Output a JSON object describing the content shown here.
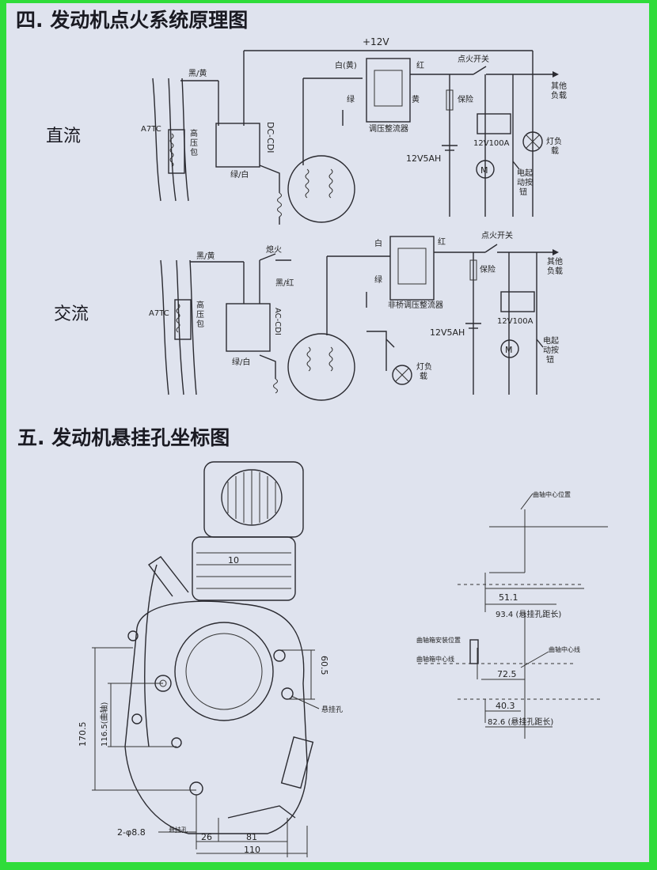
{
  "section4": {
    "title": "四. 发动机点火系统原理图",
    "dc_label": "直流",
    "ac_label": "交流",
    "dc": {
      "plus12v": "+12V",
      "black_yellow": "黑/黄",
      "a7tc": "A7TC",
      "hv_coil": "高\n压\n包",
      "cdi": "DC-CDI",
      "green_white": "绿/白",
      "white_yellow": "白(黄)",
      "red": "红",
      "green": "绿",
      "yellow": "黄",
      "regulator": "调压整流器",
      "fuse": "保险",
      "ignition_switch": "点火开关",
      "other_load": "其他\n负载",
      "battery": "12V5AH",
      "relay": "12V100A",
      "light_load": "灯负\n载",
      "start_button": "电起\n动按\n钮",
      "motor": "M"
    },
    "ac": {
      "black_yellow": "黑/黄",
      "flameout": "熄火",
      "black_red": "黑/红",
      "a7tc": "A7TC",
      "hv_coil": "高\n压\n包",
      "cdi": "AC-CDI",
      "green_white": "绿/白",
      "white": "白",
      "red": "红",
      "green": "绿",
      "regulator": "非桥调压整流器",
      "fuse": "保险",
      "ignition_switch": "点火开关",
      "other_load": "其他\n负载",
      "battery": "12V5AH",
      "relay": "12V100A",
      "light_load": "灯负\n载",
      "start_button": "电起\n动按\n钮",
      "motor": "M"
    }
  },
  "section5": {
    "title": "五. 发动机悬挂孔坐标图",
    "engine_dims": {
      "d10": "10",
      "d60_5": "60.5",
      "d170_5": "170.5",
      "d116_5": "116.5(曲轴)",
      "hole_label": "悬挂孔",
      "holes_spec": "2-φ8.8",
      "d26": "26",
      "d81": "81",
      "d110": "110",
      "bottom_hole": "悬挂孔"
    },
    "coord": {
      "cyl_center": "曲轴中心位置",
      "d51_1": "51.1",
      "d93_4": "93.4 (悬挂孔距长)",
      "ref_pos": "曲轴中心位置",
      "ref_pos2": "曲轴中心线",
      "left_lbl1": "曲轴箱安装位置",
      "left_lbl2": "曲轴箱中心线",
      "d72_5": "72.5",
      "d40_3": "40.3",
      "d82_6": "82.6 (悬挂孔距长)"
    }
  }
}
